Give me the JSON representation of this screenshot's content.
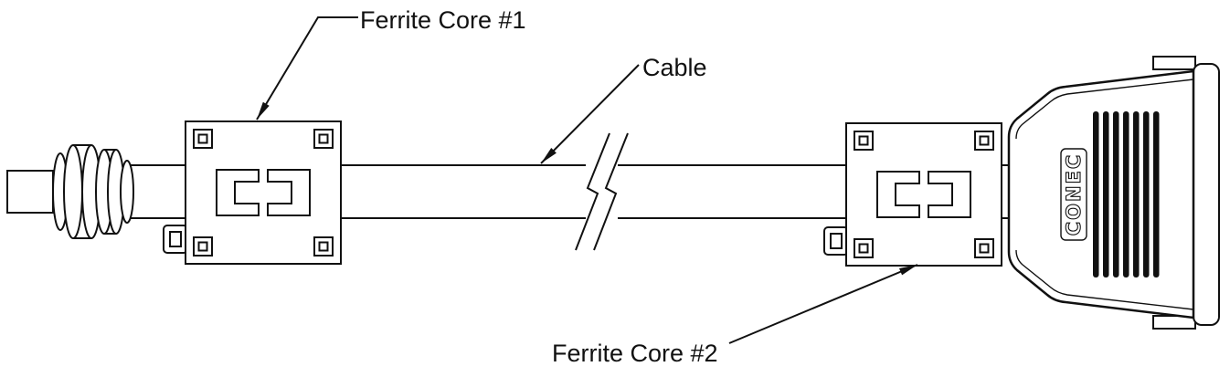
{
  "labels": {
    "ferrite_core_1": "Ferrite Core #1",
    "cable": "Cable",
    "ferrite_core_2": "Ferrite Core #2"
  },
  "connector_logo": "CONEC",
  "colors": {
    "line": "#111111",
    "background": "#ffffff"
  }
}
